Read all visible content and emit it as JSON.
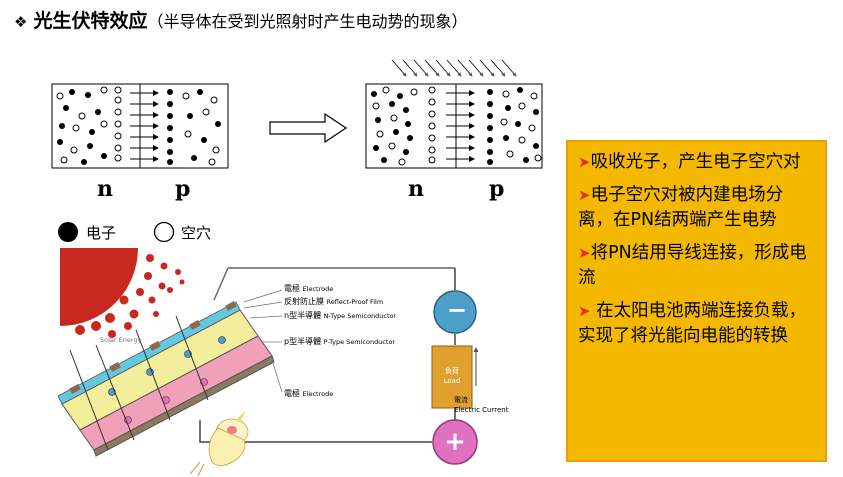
{
  "title": {
    "bullet": "❖",
    "main": "光生伏特效应",
    "sub": "（半导体在受到光照射时产生电动势的现象）"
  },
  "panels": {
    "left": {
      "n_label": "n",
      "p_label": "p"
    },
    "right": {
      "n_label": "n",
      "p_label": "p"
    }
  },
  "legend": {
    "electron_label": "电子",
    "hole_label": "空穴"
  },
  "solar_cell": {
    "solar_energy": "Solar Energy",
    "electrode_top_cn": "電極",
    "electrode_top_en": "Electrode",
    "film_cn": "反射防止膜",
    "film_en": "Reflect-Proof Film",
    "n_type_cn": "n型半導體",
    "n_type_en": "N-Type Semiconductor",
    "p_type_cn": "p型半導體",
    "p_type_en": "P-Type Semiconductor",
    "electrode_bottom_cn": "電極",
    "electrode_bottom_en": "Electrode",
    "minus_sign": "−",
    "plus_sign": "+",
    "load_cn": "負荷",
    "load_en": "Load",
    "current_cn": "電流",
    "current_en": "Electric Current"
  },
  "info": {
    "marker": "➤",
    "items": [
      "吸收光子，产生电子空穴对",
      "电子空穴对被内建电场分离，在PN结两端产生电势",
      "将PN结用导线连接，形成电流",
      " 在太阳电池两端连接负载，实现了将光能向电能的转换"
    ]
  },
  "colors": {
    "info_bg": "#f5b800",
    "marker": "#e4302a",
    "sun": "#c8281e",
    "n_layer": "#f2ee9c",
    "p_layer": "#f0a0b8",
    "minus_circle": "#4aa0c8",
    "plus_circle": "#e070c0",
    "load_box": "#e0a030"
  }
}
